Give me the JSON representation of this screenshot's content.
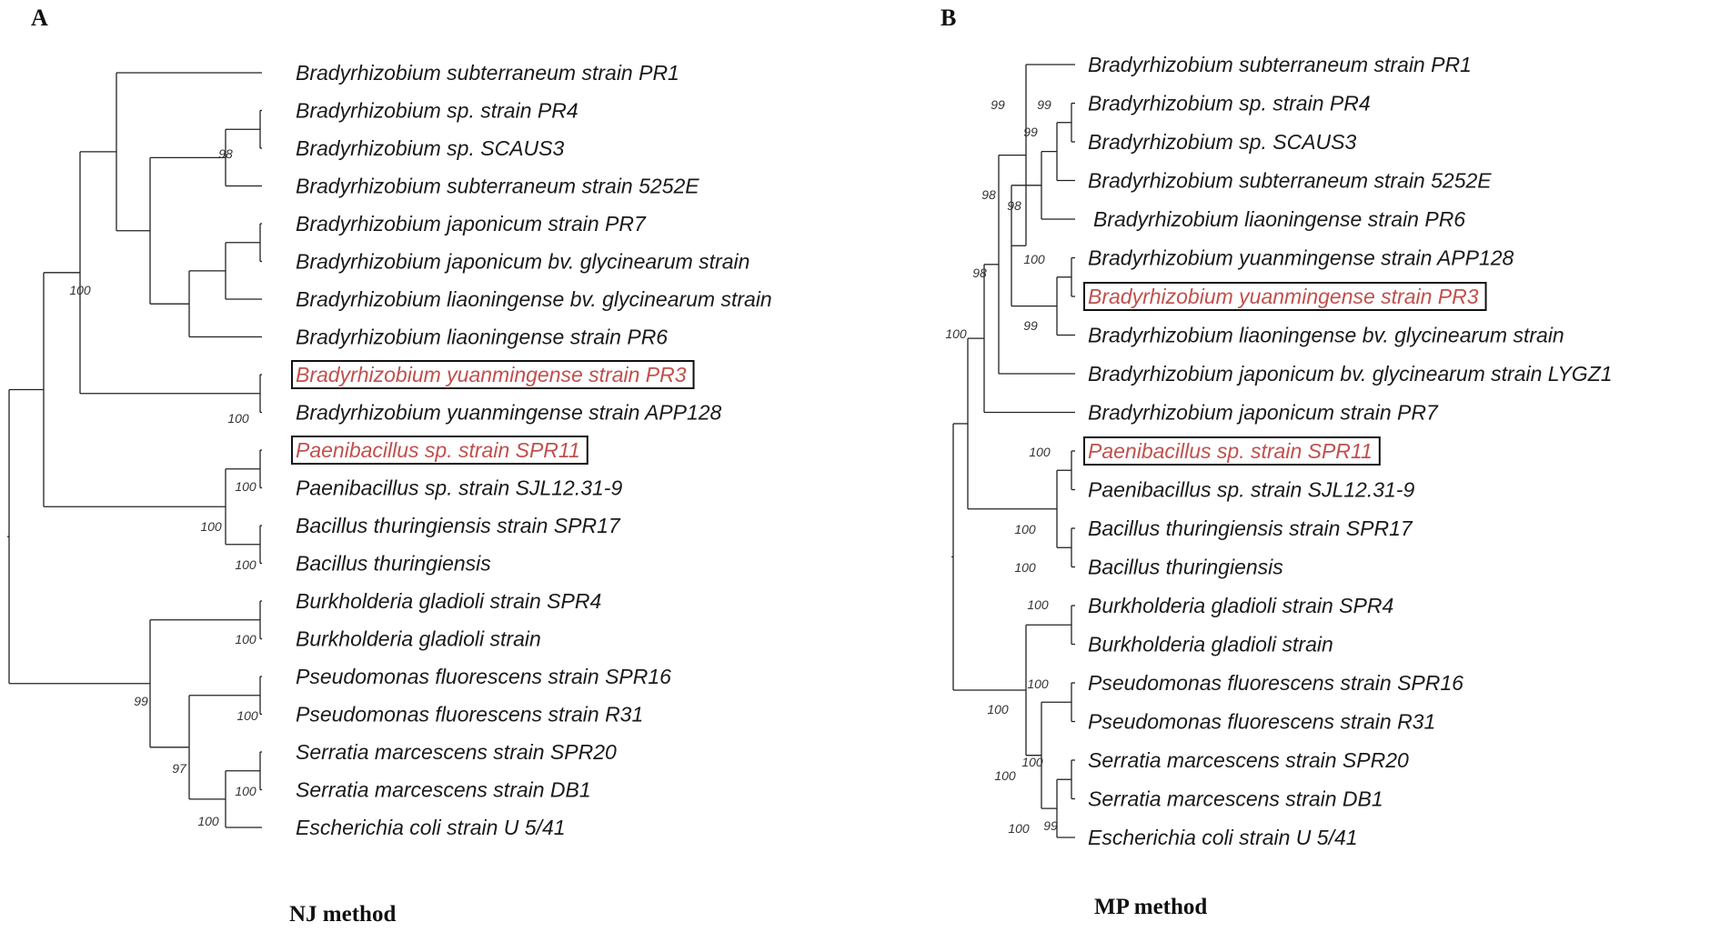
{
  "panels": [
    {
      "id": "A",
      "letter": "A",
      "caption": "NJ method",
      "leaves": [
        {
          "label": "Bradyrhizobium subterraneum strain PR1",
          "highlight": false
        },
        {
          "label": "Bradyrhizobium sp. strain PR4",
          "highlight": false
        },
        {
          "label": "Bradyrhizobium sp. SCAUS3",
          "highlight": false
        },
        {
          "label": "Bradyrhizobium subterraneum strain 5252E",
          "highlight": false
        },
        {
          "label": "Bradyrhizobium japonicum strain PR7",
          "highlight": false
        },
        {
          "label": "Bradyrhizobium japonicum bv. glycinearum strain",
          "highlight": false
        },
        {
          "label": "Bradyrhizobium liaoningense bv. glycinearum strain",
          "highlight": false
        },
        {
          "label": "Bradyrhizobium liaoningense strain PR6",
          "highlight": false
        },
        {
          "label": "Bradyrhizobium yuanmingense strain PR3",
          "highlight": true
        },
        {
          "label": "Bradyrhizobium yuanmingense strain APP128",
          "highlight": false
        },
        {
          "label": "Paenibacillus sp. strain SPR11",
          "highlight": true
        },
        {
          "label": "Paenibacillus sp. strain SJL12.31-9",
          "highlight": false
        },
        {
          "label": "Bacillus thuringiensis strain SPR17",
          "highlight": false
        },
        {
          "label": "Bacillus thuringiensis",
          "highlight": false
        },
        {
          "label": "Burkholderia gladioli strain SPR4",
          "highlight": false
        },
        {
          "label": "Burkholderia gladioli strain",
          "highlight": false
        },
        {
          "label": "Pseudomonas fluorescens strain SPR16",
          "highlight": false
        },
        {
          "label": "Pseudomonas fluorescens strain R31",
          "highlight": false
        },
        {
          "label": "Serratia marcescens strain SPR20",
          "highlight": false
        },
        {
          "label": "Serratia marcescens strain DB1",
          "highlight": false
        },
        {
          "label": "Escherichia coli strain U 5/41",
          "highlight": false
        }
      ],
      "supports": [
        "98",
        "100",
        "100",
        "100",
        "100",
        "100",
        "100",
        "99",
        "100",
        "97",
        "100",
        "100"
      ]
    },
    {
      "id": "B",
      "letter": "B",
      "caption": "MP method",
      "leaves": [
        {
          "label": "Bradyrhizobium subterraneum strain PR1",
          "highlight": false
        },
        {
          "label": "Bradyrhizobium sp. strain PR4",
          "highlight": false
        },
        {
          "label": "Bradyrhizobium sp. SCAUS3",
          "highlight": false
        },
        {
          "label": "Bradyrhizobium subterraneum strain 5252E",
          "highlight": false
        },
        {
          "label": "Bradyrhizobium liaoningense strain PR6",
          "highlight": false
        },
        {
          "label": "Bradyrhizobium yuanmingense strain APP128",
          "highlight": false
        },
        {
          "label": "Bradyrhizobium yuanmingense strain PR3",
          "highlight": true
        },
        {
          "label": "Bradyrhizobium liaoningense bv. glycinearum strain",
          "highlight": false
        },
        {
          "label": "Bradyrhizobium japonicum bv. glycinearum strain LYGZ1",
          "highlight": false
        },
        {
          "label": "Bradyrhizobium japonicum strain PR7",
          "highlight": false
        },
        {
          "label": "Paenibacillus sp. strain SPR11",
          "highlight": true
        },
        {
          "label": "Paenibacillus sp. strain SJL12.31-9",
          "highlight": false
        },
        {
          "label": "Bacillus thuringiensis strain SPR17",
          "highlight": false
        },
        {
          "label": "Bacillus thuringiensis",
          "highlight": false
        },
        {
          "label": "Burkholderia gladioli strain SPR4",
          "highlight": false
        },
        {
          "label": "Burkholderia gladioli strain",
          "highlight": false
        },
        {
          "label": "Pseudomonas fluorescens strain SPR16",
          "highlight": false
        },
        {
          "label": "Pseudomonas fluorescens strain R31",
          "highlight": false
        },
        {
          "label": "Serratia marcescens strain SPR20",
          "highlight": false
        },
        {
          "label": "Serratia marcescens strain DB1",
          "highlight": false
        },
        {
          "label": "Escherichia coli strain U 5/41",
          "highlight": false
        }
      ],
      "supports": [
        "99",
        "99",
        "99",
        "98",
        "98",
        "98",
        "100",
        "99",
        "100",
        "100",
        "100",
        "100",
        "100",
        "100",
        "100",
        "100",
        "100",
        "99",
        "100"
      ]
    }
  ],
  "colors": {
    "highlight_text": "#c0504d",
    "branch": "#222222"
  }
}
